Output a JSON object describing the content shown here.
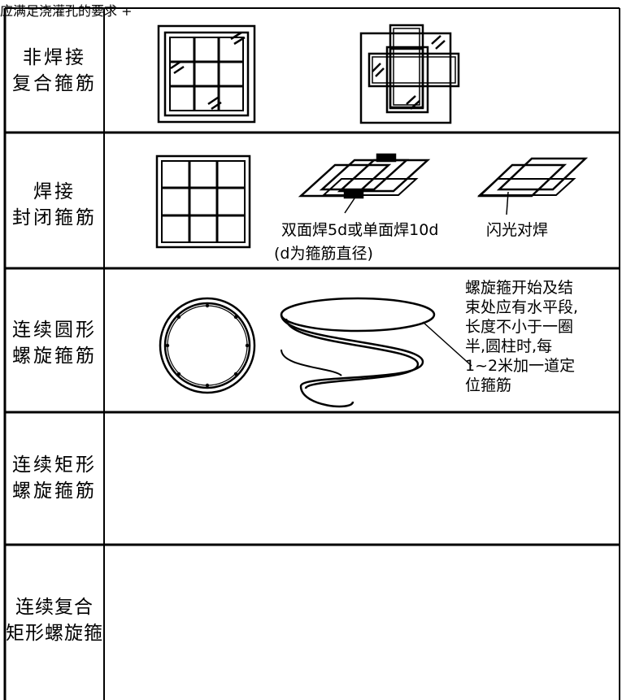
{
  "rows": [
    {
      "lines": [
        "非焊接",
        "复合箍筋"
      ]
    },
    {
      "lines": [
        "焊接",
        "封闭箍筋"
      ]
    },
    {
      "lines": [
        "连续圆形",
        "螺旋箍筋"
      ]
    },
    {
      "lines": [
        "连续矩形",
        "螺旋箍筋"
      ]
    },
    {
      "lines": [
        "连续复合",
        "矩形螺旋箍"
      ]
    }
  ],
  "notes": {
    "weld_double": "双面焊5d或单面焊10d",
    "weld_diameter": "(d为箍筋直径)",
    "flash_weld": "闪光对焊",
    "spiral_ends": [
      "螺旋箍开始及结",
      "束处应有水平段,",
      "长度不小于一圈",
      "半,圆柱时,每",
      "1~2米加一道定",
      "位箍筋"
    ],
    "pour_hole": "应满足浇灌孔的要求"
  },
  "symbols": {
    "plus": "+"
  }
}
